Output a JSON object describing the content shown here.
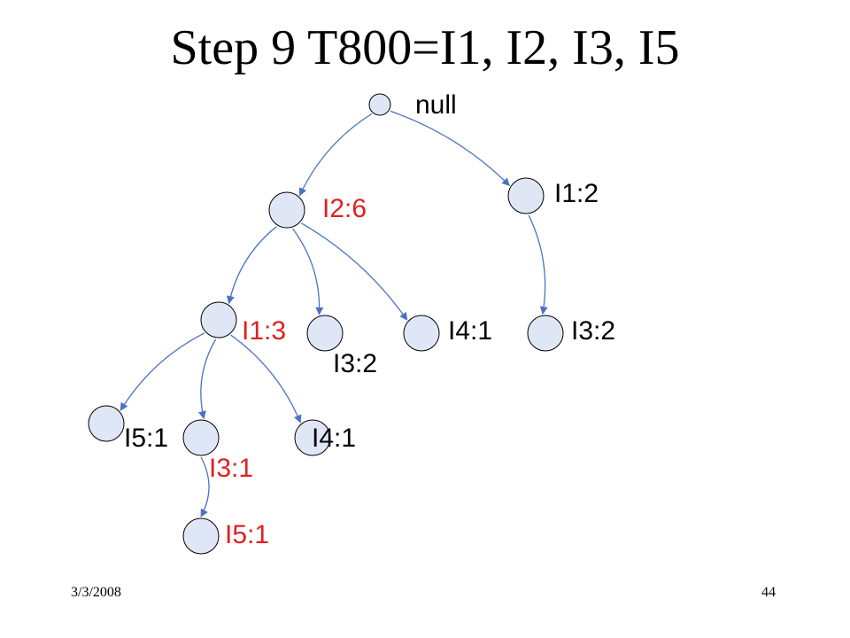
{
  "slide": {
    "title": "Step 9 T800=I1, I2, I3, I5",
    "date": "3/3/2008",
    "page_number": "44"
  },
  "colors": {
    "node_fill": "#dfe7f7",
    "node_stroke": "#000000",
    "edge": "#4a72c4",
    "label_black": "#000000",
    "label_red": "#e02020"
  },
  "tree": {
    "nodes": [
      {
        "id": "root",
        "label": "null",
        "highlight": false
      },
      {
        "id": "i2",
        "label": "I2:6",
        "highlight": true
      },
      {
        "id": "i1-right",
        "label": "I1:2",
        "highlight": false
      },
      {
        "id": "i1-under-i2",
        "label": "I1:3",
        "highlight": true
      },
      {
        "id": "i3-under-i2",
        "label": "I3:2",
        "highlight": false
      },
      {
        "id": "i4-under-i2",
        "label": "I4:1",
        "highlight": false
      },
      {
        "id": "i3-under-i1",
        "label": "I3:2",
        "highlight": false
      },
      {
        "id": "i5-under-i1",
        "label": "I5:1",
        "highlight": false
      },
      {
        "id": "i3-under-i1-3",
        "label": "I3:1",
        "highlight": true
      },
      {
        "id": "i4-under-i1-3",
        "label": "I4:1",
        "highlight": false
      },
      {
        "id": "i5-under-i3",
        "label": "I5:1",
        "highlight": true
      }
    ],
    "edges": [
      [
        "root",
        "i2"
      ],
      [
        "root",
        "i1-right"
      ],
      [
        "i2",
        "i1-under-i2"
      ],
      [
        "i2",
        "i3-under-i2"
      ],
      [
        "i2",
        "i4-under-i2"
      ],
      [
        "i1-right",
        "i3-under-i1"
      ],
      [
        "i1-under-i2",
        "i5-under-i1"
      ],
      [
        "i1-under-i2",
        "i3-under-i1-3"
      ],
      [
        "i1-under-i2",
        "i4-under-i1-3"
      ],
      [
        "i3-under-i1-3",
        "i5-under-i3"
      ]
    ]
  }
}
